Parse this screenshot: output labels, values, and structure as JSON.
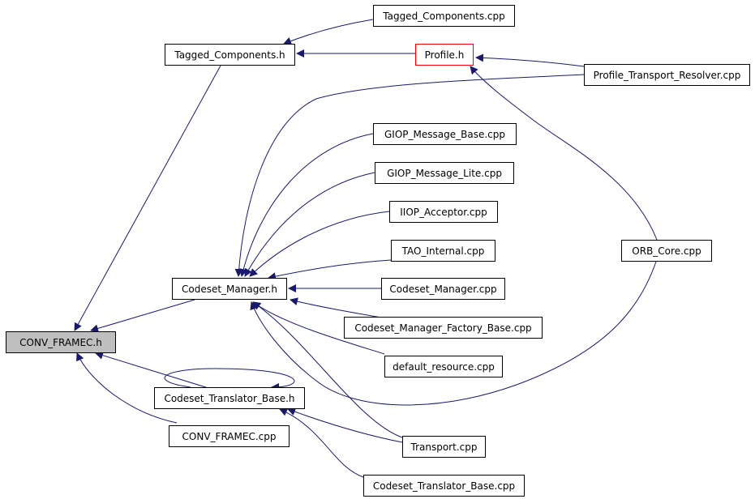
{
  "graph": {
    "edge_color": "#191970",
    "focus_fill": "#bfbfbf",
    "highlight_border": "#ff0000",
    "nodes": {
      "conv_framec_h": "CONV_FRAMEC.h",
      "tagged_components_h": "Tagged_Components.h",
      "tagged_components_cpp": "Tagged_Components.cpp",
      "profile_h": "Profile.h",
      "profile_transport_resolver_cpp": "Profile_Transport_Resolver.cpp",
      "giop_message_base_cpp": "GIOP_Message_Base.cpp",
      "giop_message_lite_cpp": "GIOP_Message_Lite.cpp",
      "iiop_acceptor_cpp": "IIOP_Acceptor.cpp",
      "tao_internal_cpp": "TAO_Internal.cpp",
      "orb_core_cpp": "ORB_Core.cpp",
      "codeset_manager_h": "Codeset_Manager.h",
      "codeset_manager_cpp": "Codeset_Manager.cpp",
      "codeset_manager_factory_base_cpp": "Codeset_Manager_Factory_Base.cpp",
      "default_resource_cpp": "default_resource.cpp",
      "codeset_translator_base_h": "Codeset_Translator_Base.h",
      "conv_framec_cpp": "CONV_FRAMEC.cpp",
      "transport_cpp": "Transport.cpp",
      "codeset_translator_base_cpp": "Codeset_Translator_Base.cpp"
    }
  }
}
